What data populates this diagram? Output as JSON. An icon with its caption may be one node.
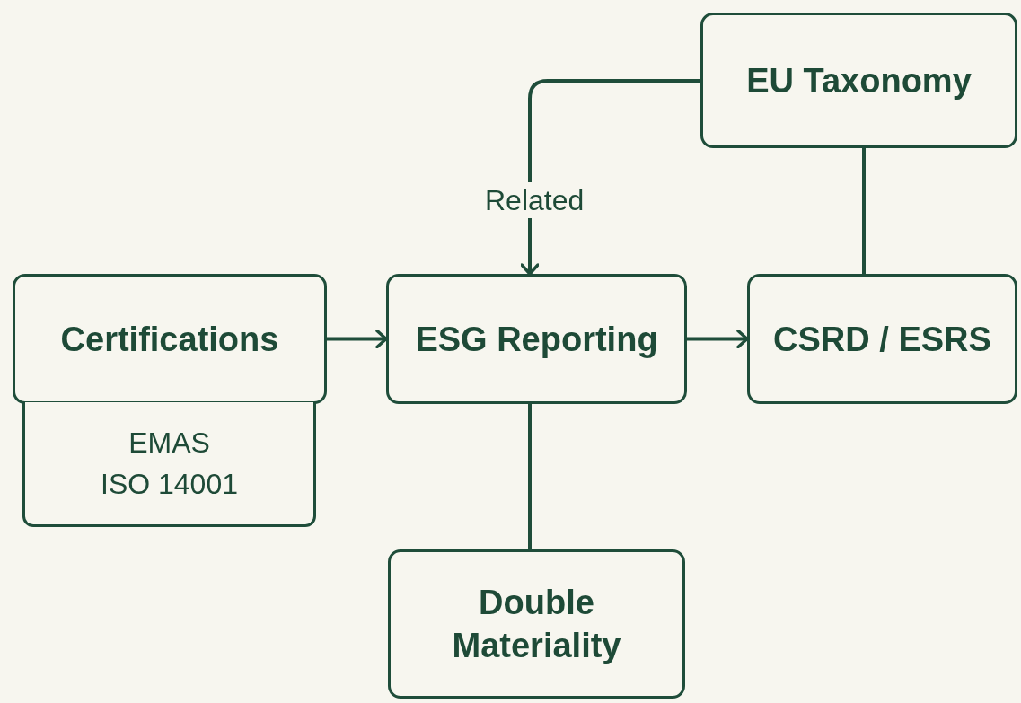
{
  "diagram": {
    "nodes": [
      {
        "text": [
          "EU Taxonomy"
        ]
      },
      {
        "text": [
          "Certifications"
        ]
      },
      {
        "text": [
          "EMAS",
          "ISO 14001"
        ]
      },
      {
        "text": [
          "ESG Reporting"
        ]
      },
      {
        "text": [
          "CSRD / ESRS"
        ]
      },
      {
        "text": [
          "Double Materiality"
        ]
      }
    ],
    "edges": [
      {
        "from": 0,
        "to": 3,
        "arrow": "to",
        "label": "Related"
      },
      {
        "from": 1,
        "to": 3,
        "arrow": "to"
      },
      {
        "from": 3,
        "to": 4,
        "arrow": "to"
      },
      {
        "from": 0,
        "to": 4,
        "arrow": "none"
      },
      {
        "from": 3,
        "to": 5,
        "arrow": "none"
      }
    ]
  }
}
